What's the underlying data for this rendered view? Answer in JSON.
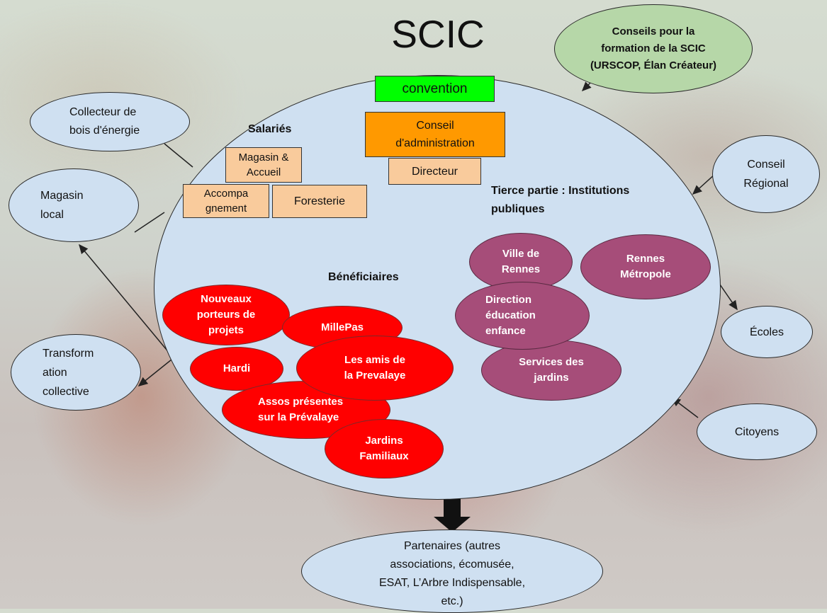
{
  "title": "SCIC",
  "advisors": "Conseils pour la formation de la SCIC (URSCOP, Élan Créateur)",
  "convention": "convention",
  "conseil_admin": "Conseil d'administration",
  "directeur": "Directeur",
  "salaries": {
    "heading": "Salariés",
    "magasin_accueil": "Magasin & Accueil",
    "accompagnement": "Accompa gnement",
    "foresterie": "Foresterie"
  },
  "tierce": {
    "heading": "Tierce partie : Institutions publiques",
    "ville_rennes": "Ville de Rennes",
    "rennes_metropole": "Rennes Métropole",
    "direction_education": "Direction éducation enfance",
    "services_jardins": "Services des jardins"
  },
  "beneficiaires": {
    "heading": "Bénéficiaires",
    "nouveaux": "Nouveaux porteurs de projets",
    "millepas": "MillePas",
    "hardi": "Hardi",
    "amis": "Les amis de la Prevalaye",
    "assos": "Assos présentes sur la Prévalaye",
    "jardins": "Jardins Familiaux"
  },
  "external": {
    "collecteur": "Collecteur de bois d'énergie",
    "magasin_local": "Magasin local",
    "transformation": "Transform ation collective",
    "conseil_regional": "Conseil Régional",
    "ecoles": "Écoles",
    "citoyens": "Citoyens"
  },
  "partenaires": "Partenaires (autres associations, écomusée, ESAT, L’Arbre Indispensable, etc.)",
  "colors": {
    "main_circle": "#cfe0f1",
    "convention": "#00ff00",
    "conseil": "#ff9900",
    "peach": "#f9cb9c",
    "red": "#ff0000",
    "plum": "#a64d79",
    "advisors": "#b6d7a8"
  }
}
